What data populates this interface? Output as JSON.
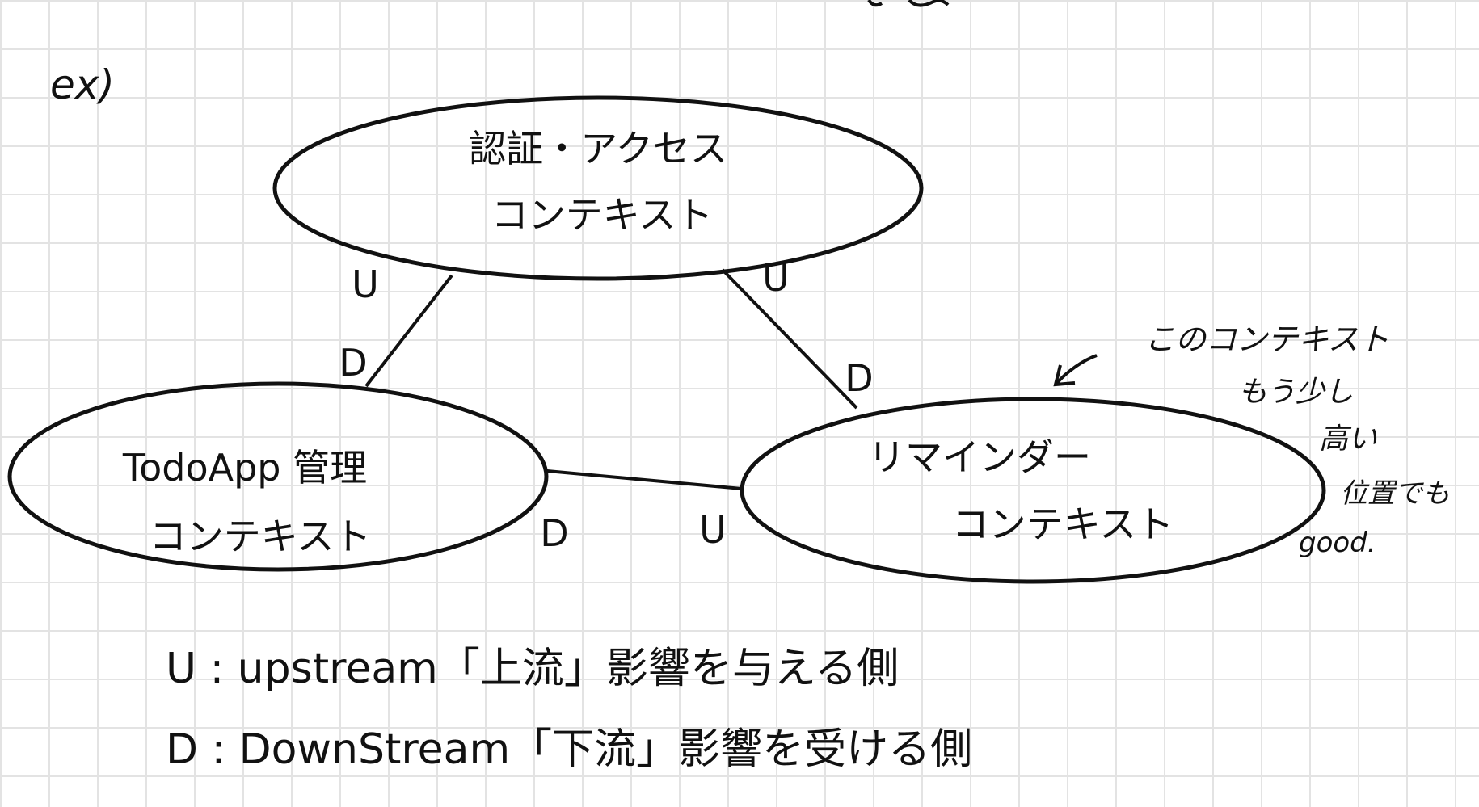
{
  "example_label": "ex)",
  "nodes": {
    "auth": {
      "line1": "認証・アクセス",
      "line2": "コンテキスト"
    },
    "todo": {
      "line1": "TodoApp 管理",
      "line2": "コンテキスト"
    },
    "reminder": {
      "line1": "リマインダー",
      "line2": "コンテキスト"
    }
  },
  "edges": [
    {
      "from": "auth",
      "to": "todo",
      "from_marker": "U",
      "to_marker": "D"
    },
    {
      "from": "auth",
      "to": "reminder",
      "from_marker": "U",
      "to_marker": "D"
    },
    {
      "from": "reminder",
      "to": "todo",
      "from_marker": "U",
      "to_marker": "D"
    }
  ],
  "annotation": {
    "lines": [
      "このコンテキスト",
      "もう少し",
      "高い",
      "位置でも",
      "good."
    ]
  },
  "legend": {
    "upstream": "U : upstream「上流」影響を与える側",
    "downstream": "D : DownStream「下流」影響を受ける側"
  },
  "colors": {
    "ink": "#111111",
    "grid": "#e3e3e3",
    "paper": "#ffffff"
  }
}
